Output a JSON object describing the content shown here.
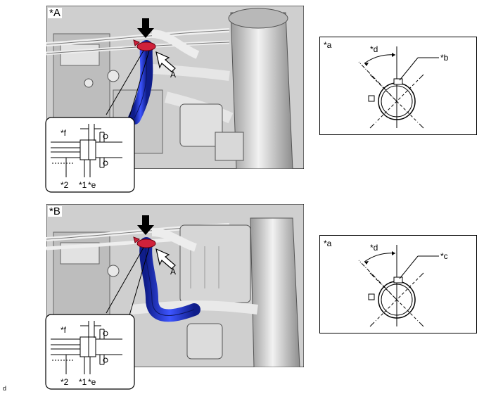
{
  "figures": [
    {
      "id": "A",
      "engine_label": "*A",
      "arrow_label": "A",
      "detail_labels": {
        "f": "*f",
        "e": "*e",
        "p1": "*1",
        "p2": "*2"
      },
      "clamp_labels": {
        "a": "*a",
        "d": "*d",
        "part": "*b"
      }
    },
    {
      "id": "B",
      "engine_label": "*B",
      "arrow_label": "A",
      "detail_labels": {
        "f": "*f",
        "e": "*e",
        "p1": "*1",
        "p2": "*2"
      },
      "clamp_labels": {
        "a": "*a",
        "d": "*d",
        "part": "*c"
      }
    }
  ],
  "footer": "d",
  "colors": {
    "hose": "#2b3fc9",
    "clamp": "#d0213a",
    "metal": "#d4d4d4"
  }
}
